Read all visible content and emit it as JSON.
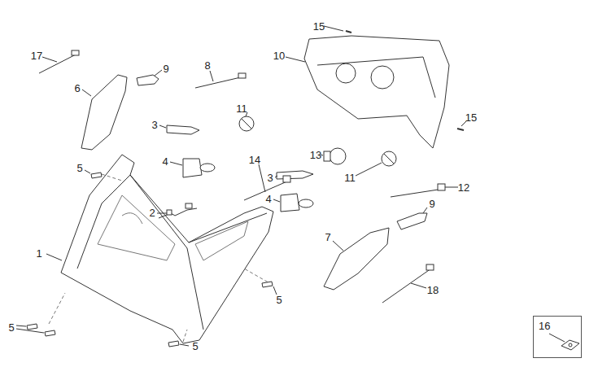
{
  "diagram": {
    "nodes": [
      {
        "text": [
          "16"
        ]
      }
    ],
    "labels": [
      "17",
      "15",
      "9",
      "8",
      "10",
      "6",
      "11",
      "15",
      "3",
      "14",
      "13",
      "4",
      "11",
      "3",
      "12",
      "5",
      "2",
      "9",
      "4",
      "7",
      "1",
      "5",
      "18",
      "5",
      "5"
    ]
  }
}
